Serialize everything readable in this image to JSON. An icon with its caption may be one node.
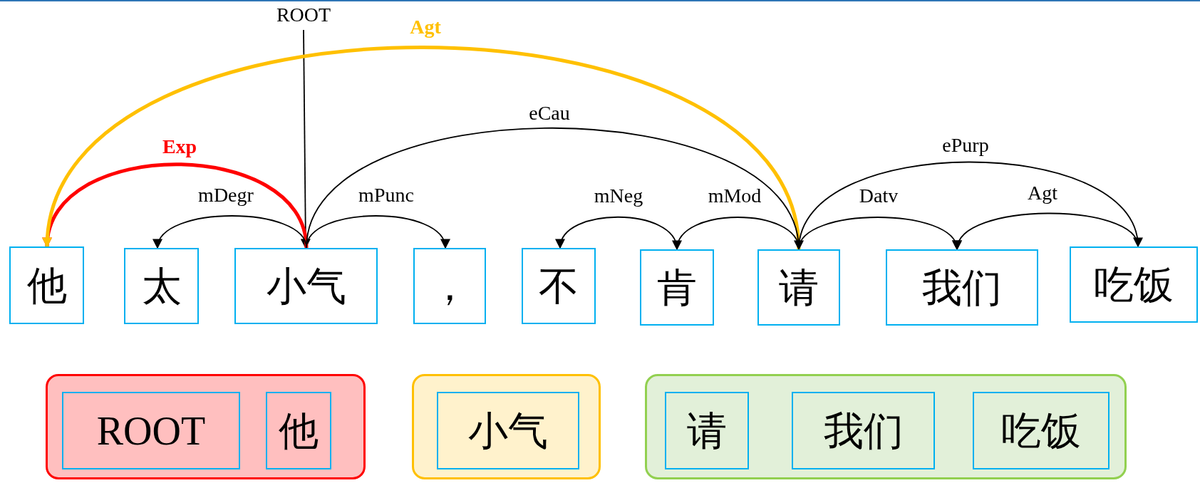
{
  "diagram": {
    "nodes": [
      {
        "text": [
          "ROOT"
        ]
      },
      {
        "text": [
          "他"
        ]
      },
      {
        "text": [
          "太"
        ]
      },
      {
        "text": [
          "小气"
        ]
      },
      {
        "text": [
          "，"
        ]
      },
      {
        "text": [
          "不"
        ]
      },
      {
        "text": [
          "肯"
        ]
      },
      {
        "text": [
          "请"
        ]
      },
      {
        "text": [
          "我们"
        ]
      },
      {
        "text": [
          "吃饭"
        ]
      },
      {
        "text": [],
        "shape": "box"
      },
      {
        "text": [
          "ROOT"
        ],
        "in": 10
      },
      {
        "text": [
          "他"
        ],
        "in": 10
      },
      {
        "text": [],
        "shape": "box"
      },
      {
        "text": [
          "小气"
        ],
        "in": 13
      },
      {
        "text": [],
        "shape": "box"
      },
      {
        "text": [
          "请"
        ],
        "in": 15
      },
      {
        "text": [
          "我们"
        ],
        "in": 15
      },
      {
        "text": [
          "吃饭"
        ],
        "in": 15
      }
    ],
    "edges": [
      {
        "from": 0,
        "to": 3,
        "arrow": "to"
      },
      {
        "from": 3,
        "to": 1,
        "arrow": "to",
        "label": "Exp",
        "style": "thick",
        "color": "#ff0000"
      },
      {
        "from": 7,
        "to": 1,
        "arrow": "to",
        "label": "Agt",
        "style": "thick",
        "color": "#ffc000"
      },
      {
        "from": 3,
        "to": 2,
        "arrow": "to",
        "label": "mDegr"
      },
      {
        "from": 3,
        "to": 4,
        "arrow": "to",
        "label": "mPunc"
      },
      {
        "from": 3,
        "to": 7,
        "arrow": "to",
        "label": "eCau"
      },
      {
        "from": 6,
        "to": 5,
        "arrow": "to",
        "label": "mNeg"
      },
      {
        "from": 7,
        "to": 6,
        "arrow": "to",
        "label": "mMod"
      },
      {
        "from": 7,
        "to": 8,
        "arrow": "to",
        "label": "Datv"
      },
      {
        "from": 9,
        "to": 8,
        "arrow": "to",
        "label": "Agt"
      },
      {
        "from": 7,
        "to": 9,
        "arrow": "to",
        "label": "ePurp"
      }
    ]
  }
}
